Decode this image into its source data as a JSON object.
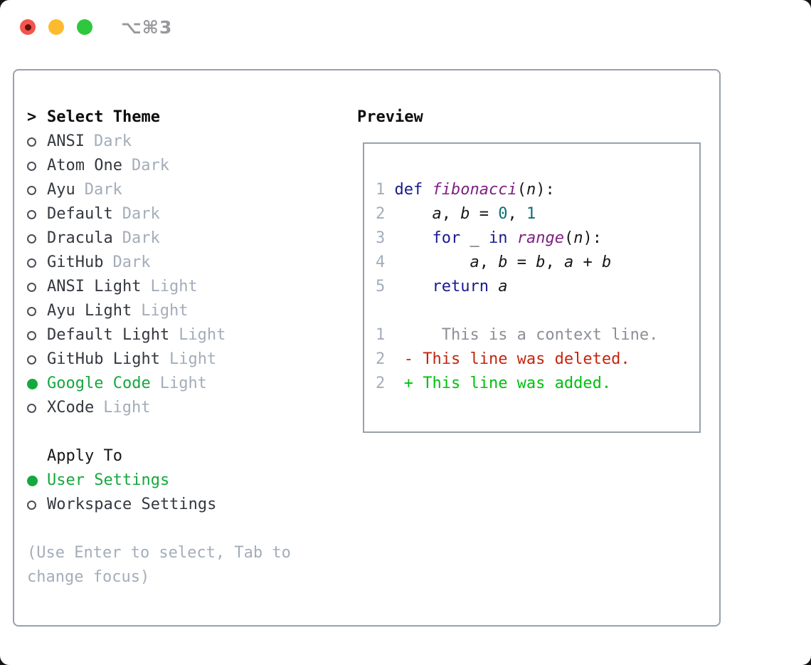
{
  "window": {
    "title": "⌥⌘3"
  },
  "colors": {
    "accent_green": "#15a83f",
    "added_green": "#00c00e",
    "deleted_red": "#c3250f",
    "keyword_blue": "#1a1a8f",
    "function_purple": "#7d2181",
    "number_teal": "#0b6e74",
    "muted_gray": "#a3adba",
    "context_gray": "#8a9097",
    "border_gray": "#98a1ac",
    "traffic_red": "#f4544d",
    "traffic_yellow": "#fcbb2f",
    "traffic_green": "#2dc83e"
  },
  "left_panel": {
    "header": {
      "prefix": ">",
      "label": "Select Theme"
    },
    "themes": [
      {
        "name": "ANSI",
        "variant": "Dark",
        "selected": false
      },
      {
        "name": "Atom One",
        "variant": "Dark",
        "selected": false
      },
      {
        "name": "Ayu",
        "variant": "Dark",
        "selected": false
      },
      {
        "name": "Default",
        "variant": "Dark",
        "selected": false
      },
      {
        "name": "Dracula",
        "variant": "Dark",
        "selected": false
      },
      {
        "name": "GitHub",
        "variant": "Dark",
        "selected": false
      },
      {
        "name": "ANSI Light",
        "variant": "Light",
        "selected": false
      },
      {
        "name": "Ayu Light",
        "variant": "Light",
        "selected": false
      },
      {
        "name": "Default Light",
        "variant": "Light",
        "selected": false
      },
      {
        "name": "GitHub Light",
        "variant": "Light",
        "selected": false
      },
      {
        "name": "Google Code",
        "variant": "Light",
        "selected": true
      },
      {
        "name": "XCode",
        "variant": "Light",
        "selected": false
      }
    ],
    "apply_to": {
      "label": "Apply To",
      "options": [
        {
          "name": "User Settings",
          "selected": true
        },
        {
          "name": "Workspace Settings",
          "selected": false
        }
      ]
    },
    "hint": "(Use Enter to select, Tab to change focus)"
  },
  "preview": {
    "title": "Preview",
    "code_lines": [
      {
        "num": "1",
        "segments": [
          {
            "text": "def ",
            "color": "keyword"
          },
          {
            "text": "fibonacci",
            "color": "function",
            "italic": true
          },
          {
            "text": "("
          },
          {
            "text": "n",
            "italic": true
          },
          {
            "text": "):"
          }
        ]
      },
      {
        "num": "2",
        "segments": [
          {
            "text": "    "
          },
          {
            "text": "a",
            "italic": true
          },
          {
            "text": ", "
          },
          {
            "text": "b",
            "italic": true
          },
          {
            "text": " = "
          },
          {
            "text": "0",
            "color": "number"
          },
          {
            "text": ", "
          },
          {
            "text": "1",
            "color": "number"
          }
        ]
      },
      {
        "num": "3",
        "segments": [
          {
            "text": "    "
          },
          {
            "text": "for",
            "color": "keyword"
          },
          {
            "text": " _ "
          },
          {
            "text": "in",
            "color": "keyword"
          },
          {
            "text": " "
          },
          {
            "text": "range",
            "color": "function",
            "italic": true
          },
          {
            "text": "("
          },
          {
            "text": "n",
            "italic": true
          },
          {
            "text": "):"
          }
        ]
      },
      {
        "num": "4",
        "segments": [
          {
            "text": "        "
          },
          {
            "text": "a",
            "italic": true
          },
          {
            "text": ", "
          },
          {
            "text": "b",
            "italic": true
          },
          {
            "text": " = "
          },
          {
            "text": "b",
            "italic": true
          },
          {
            "text": ", "
          },
          {
            "text": "a",
            "italic": true
          },
          {
            "text": " + "
          },
          {
            "text": "b",
            "italic": true
          }
        ]
      },
      {
        "num": "5",
        "segments": [
          {
            "text": "    "
          },
          {
            "text": "return",
            "color": "keyword"
          },
          {
            "text": " "
          },
          {
            "text": "a",
            "italic": true
          }
        ]
      }
    ],
    "diff_lines": [
      {
        "num": "1",
        "prefix": "      ",
        "text": "This is a context line.",
        "kind": "context"
      },
      {
        "num": "2",
        "prefix": "  - ",
        "text": "This line was deleted.",
        "kind": "deleted"
      },
      {
        "num": "2",
        "prefix": "  + ",
        "text": "This line was added.",
        "kind": "added"
      }
    ]
  }
}
